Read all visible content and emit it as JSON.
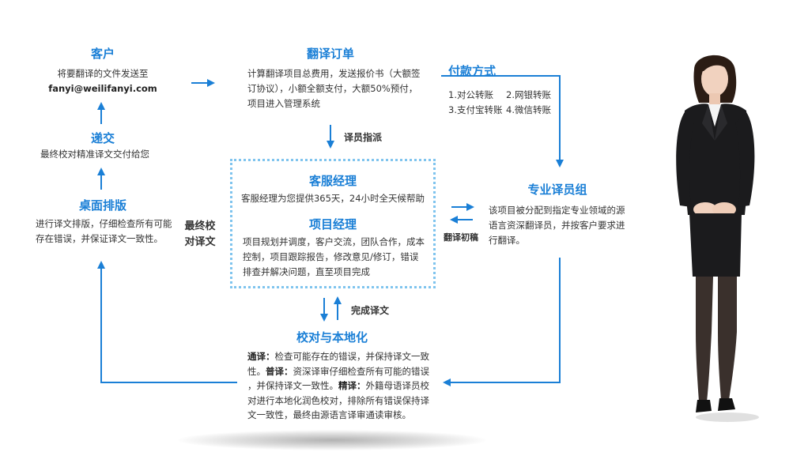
{
  "customer": {
    "title": "客户",
    "line1": "将要翻译的文件发送至",
    "email": "fanyi@weilifanyi.com"
  },
  "order": {
    "title": "翻译订单",
    "line1": "计算翻译项目总费用，发送报价书（大额签",
    "line2": "订协议），小额全额支付，大额50%预付，",
    "line3": "项目进入管理系统"
  },
  "payment": {
    "title": "付款方式",
    "m1": "1.对公转账",
    "m2": "2.网银转账",
    "m3": "3.支付宝转账",
    "m4": "4.微信转账"
  },
  "assign_label": "译员指派",
  "cs_manager": {
    "title": "客服经理",
    "line1": "客服经理为您提供365天，24小时全天候帮助"
  },
  "pm": {
    "title": "项目经理",
    "line1": "项目规划并调度，客户交流，团队合作，成本",
    "line2": "控制，项目跟踪报告，修改意见/修订，错误",
    "line3": "排查并解决问题，直至项目完成"
  },
  "translators": {
    "title": "专业译员组",
    "line1": "该项目被分配到指定专业领域的源",
    "line2": "语言资深翻译员，并按客户要求进",
    "line3": "行翻译。"
  },
  "draft_label": "翻译初稿",
  "submit": {
    "title": "递交",
    "line1": "最终校对精准译文交付给您"
  },
  "dtp": {
    "title": "桌面排版",
    "line1": "进行译文排版，仔细检查所有可能",
    "line2": "存在错误，并保证译文一致性。"
  },
  "final_check_label_1": "最终校",
  "final_check_label_2": "对译文",
  "done_label": "完成译文",
  "proof": {
    "title": "校对与本地化",
    "b1": "通译：",
    "t1": "检查可能存在的错误，并保持译文一致",
    "t2": "性。",
    "b2": "普译：",
    "t2b": "资深译审仔细检查所有可能的错误",
    "t3": "，并保持译文一致性。",
    "b3": "精译：",
    "t3b": "外籍母语译员校",
    "t4": "对进行本地化润色校对，排除所有错误保持译",
    "t5": "文一致性，最终由源语言译审通读审核。"
  },
  "colors": {
    "accent": "#1a7fd6",
    "dotted": "#7fc4ee",
    "suit": "#1b1b1d"
  }
}
